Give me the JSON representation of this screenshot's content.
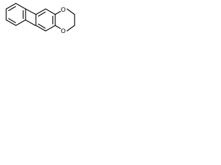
{
  "molecule": {
    "atoms": [
      {
        "element": "O",
        "label": "O"
      },
      {
        "element": "O",
        "label": "O"
      }
    ]
  },
  "colors": {
    "bond": "#000000",
    "label": "#000000",
    "background": "#ffffff"
  }
}
